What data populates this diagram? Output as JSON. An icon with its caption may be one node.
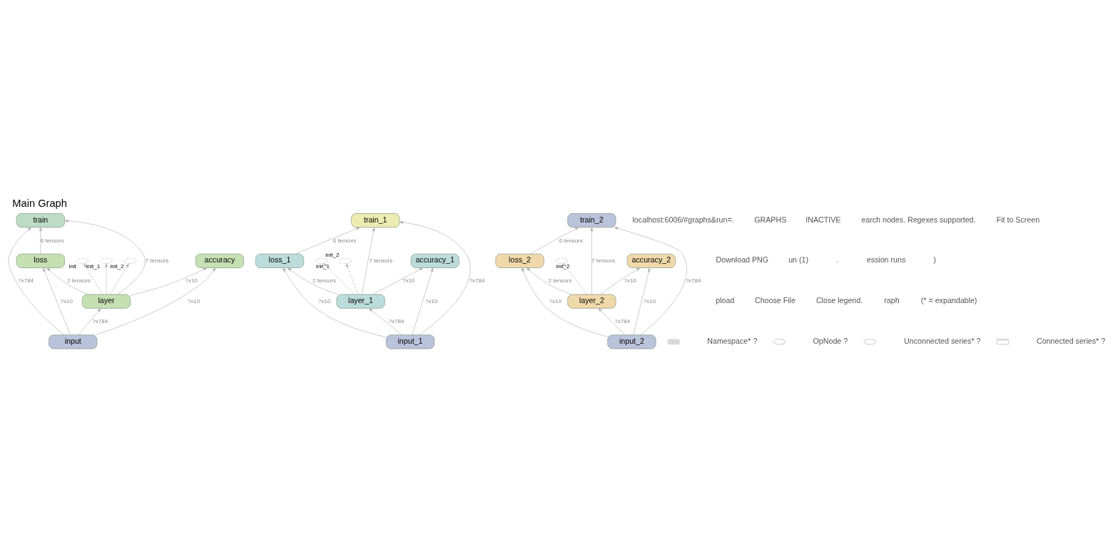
{
  "diagram": {
    "title": "Main Graph",
    "nodes": [
      {
        "text": [
          "train"
        ]
      },
      {
        "text": [
          "loss"
        ]
      },
      {
        "text": [
          "accuracy"
        ]
      },
      {
        "text": [
          "layer"
        ]
      },
      {
        "text": [],
        "shape": "ellipse",
        "beside": [
          "init"
        ]
      },
      {
        "text": [],
        "shape": "ellipse",
        "beside": [
          "init_1"
        ]
      },
      {
        "text": [],
        "shape": "ellipse",
        "beside": [
          "init_2"
        ]
      },
      {
        "text": [
          "input"
        ]
      },
      {
        "text": [
          "train_1"
        ]
      },
      {
        "text": [
          "loss_1"
        ]
      },
      {
        "text": [
          "accuracy_1"
        ]
      },
      {
        "text": [
          "layer_1"
        ]
      },
      {
        "text": [],
        "shape": "ellipse",
        "beside": [
          "init_1"
        ]
      },
      {
        "text": [],
        "shape": "ellipse",
        "beside": [
          "init_2"
        ]
      },
      {
        "text": [
          "input_1"
        ]
      },
      {
        "text": [
          "train_2"
        ]
      },
      {
        "text": [
          "loss_2"
        ]
      },
      {
        "text": [
          "accuracy_2"
        ]
      },
      {
        "text": [
          "layer_2"
        ]
      },
      {
        "text": [],
        "shape": "ellipse",
        "beside": [
          "init_2"
        ]
      },
      {
        "text": [
          "input_2"
        ]
      }
    ],
    "edges": [
      {
        "from": 7,
        "to": 3,
        "arrow": "to",
        "label": "?x784"
      },
      {
        "from": 7,
        "to": 1,
        "arrow": "to",
        "label": "?x10"
      },
      {
        "from": 7,
        "to": 2,
        "arrow": "to",
        "label": "?x10"
      },
      {
        "from": 7,
        "to": 0,
        "arrow": "to",
        "label": "?x784"
      },
      {
        "from": 3,
        "to": 0,
        "arrow": "to",
        "label": "7 tensors"
      },
      {
        "from": 3,
        "to": 1,
        "arrow": "to",
        "label": "2 tensors"
      },
      {
        "from": 3,
        "to": 2,
        "arrow": "to",
        "label": "?x10"
      },
      {
        "from": 1,
        "to": 0,
        "arrow": "to",
        "label": "6 tensors"
      },
      {
        "from": 3,
        "to": 4,
        "arrow": "to",
        "style": "dashed"
      },
      {
        "from": 3,
        "to": 5,
        "arrow": "to",
        "style": "dashed"
      },
      {
        "from": 3,
        "to": 6,
        "arrow": "to",
        "style": "dashed"
      },
      {
        "from": 14,
        "to": 11,
        "arrow": "to",
        "label": "?x784"
      },
      {
        "from": 14,
        "to": 9,
        "arrow": "to",
        "label": "?x10"
      },
      {
        "from": 14,
        "to": 10,
        "arrow": "to",
        "label": "?x10"
      },
      {
        "from": 14,
        "to": 8,
        "arrow": "to",
        "label": "?x784"
      },
      {
        "from": 11,
        "to": 8,
        "arrow": "to",
        "label": "7 tensors"
      },
      {
        "from": 11,
        "to": 9,
        "arrow": "to",
        "label": "2 tensors"
      },
      {
        "from": 11,
        "to": 10,
        "arrow": "to",
        "label": "?x10"
      },
      {
        "from": 9,
        "to": 8,
        "arrow": "to",
        "label": "6 tensors"
      },
      {
        "from": 11,
        "to": 12,
        "arrow": "to",
        "style": "dashed"
      },
      {
        "from": 11,
        "to": 13,
        "arrow": "to",
        "style": "dashed"
      },
      {
        "from": 20,
        "to": 18,
        "arrow": "to",
        "label": "?x784"
      },
      {
        "from": 20,
        "to": 16,
        "arrow": "to",
        "label": "?x10"
      },
      {
        "from": 20,
        "to": 17,
        "arrow": "to",
        "label": "?x10"
      },
      {
        "from": 20,
        "to": 15,
        "arrow": "to",
        "label": "?x784"
      },
      {
        "from": 18,
        "to": 15,
        "arrow": "to",
        "label": "7 tensors"
      },
      {
        "from": 18,
        "to": 16,
        "arrow": "to",
        "label": "2 tensors"
      },
      {
        "from": 18,
        "to": 17,
        "arrow": "to",
        "label": "?x10"
      },
      {
        "from": 16,
        "to": 15,
        "arrow": "to",
        "label": "6 tensors"
      },
      {
        "from": 18,
        "to": 19,
        "arrow": "to",
        "style": "dashed"
      }
    ],
    "labels": [
      "localhost:6006/#graphs&run=.",
      "GRAPHS",
      "INACTIVE",
      "earch nodes. Regexes supported.",
      "Fit to Screen",
      "Download PNG",
      "un (1)",
      ".",
      "ession runs",
      ")",
      "pload",
      "Choose File",
      "Close legend.",
      "raph",
      "(* = expandable)"
    ],
    "legend": [
      {
        "text": "Namespace* ?"
      },
      {
        "text": "OpNode ?"
      },
      {
        "text": "Unconnected series* ?"
      },
      {
        "text": "Connected series* ?"
      }
    ]
  }
}
